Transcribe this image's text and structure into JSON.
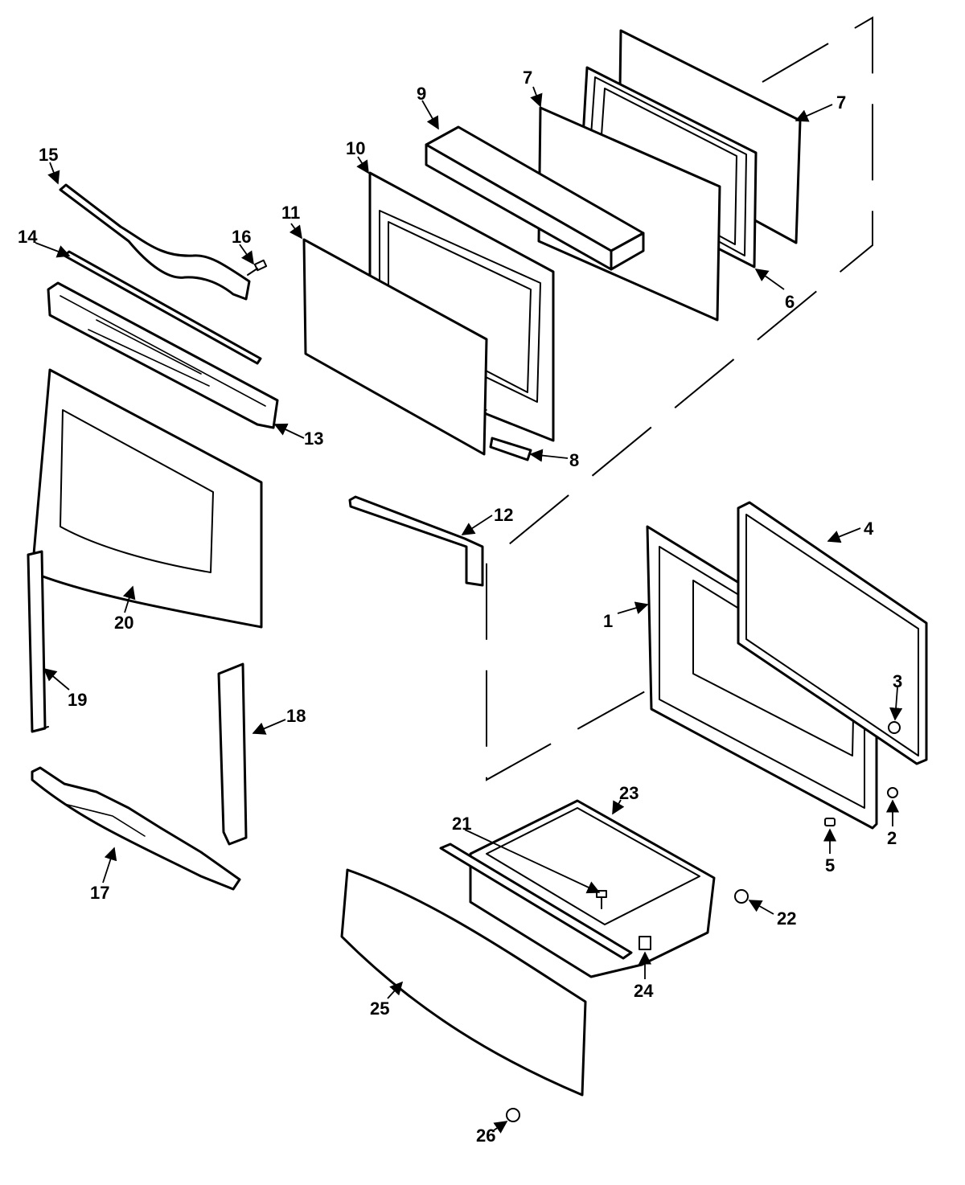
{
  "diagram": {
    "callouts": [
      {
        "id": "c1",
        "label": "1"
      },
      {
        "id": "c2",
        "label": "2"
      },
      {
        "id": "c3",
        "label": "3"
      },
      {
        "id": "c4",
        "label": "4"
      },
      {
        "id": "c5",
        "label": "5"
      },
      {
        "id": "c6",
        "label": "6"
      },
      {
        "id": "c7a",
        "label": "7"
      },
      {
        "id": "c7b",
        "label": "7"
      },
      {
        "id": "c8",
        "label": "8"
      },
      {
        "id": "c9",
        "label": "9"
      },
      {
        "id": "c10",
        "label": "10"
      },
      {
        "id": "c11",
        "label": "11"
      },
      {
        "id": "c12",
        "label": "12"
      },
      {
        "id": "c13",
        "label": "13"
      },
      {
        "id": "c14",
        "label": "14"
      },
      {
        "id": "c15",
        "label": "15"
      },
      {
        "id": "c16",
        "label": "16"
      },
      {
        "id": "c17",
        "label": "17"
      },
      {
        "id": "c18",
        "label": "18"
      },
      {
        "id": "c19",
        "label": "19"
      },
      {
        "id": "c20",
        "label": "20"
      },
      {
        "id": "c21",
        "label": "21"
      },
      {
        "id": "c22",
        "label": "22"
      },
      {
        "id": "c23",
        "label": "23"
      },
      {
        "id": "c24",
        "label": "24"
      },
      {
        "id": "c25",
        "label": "25"
      },
      {
        "id": "c26",
        "label": "26"
      }
    ]
  }
}
